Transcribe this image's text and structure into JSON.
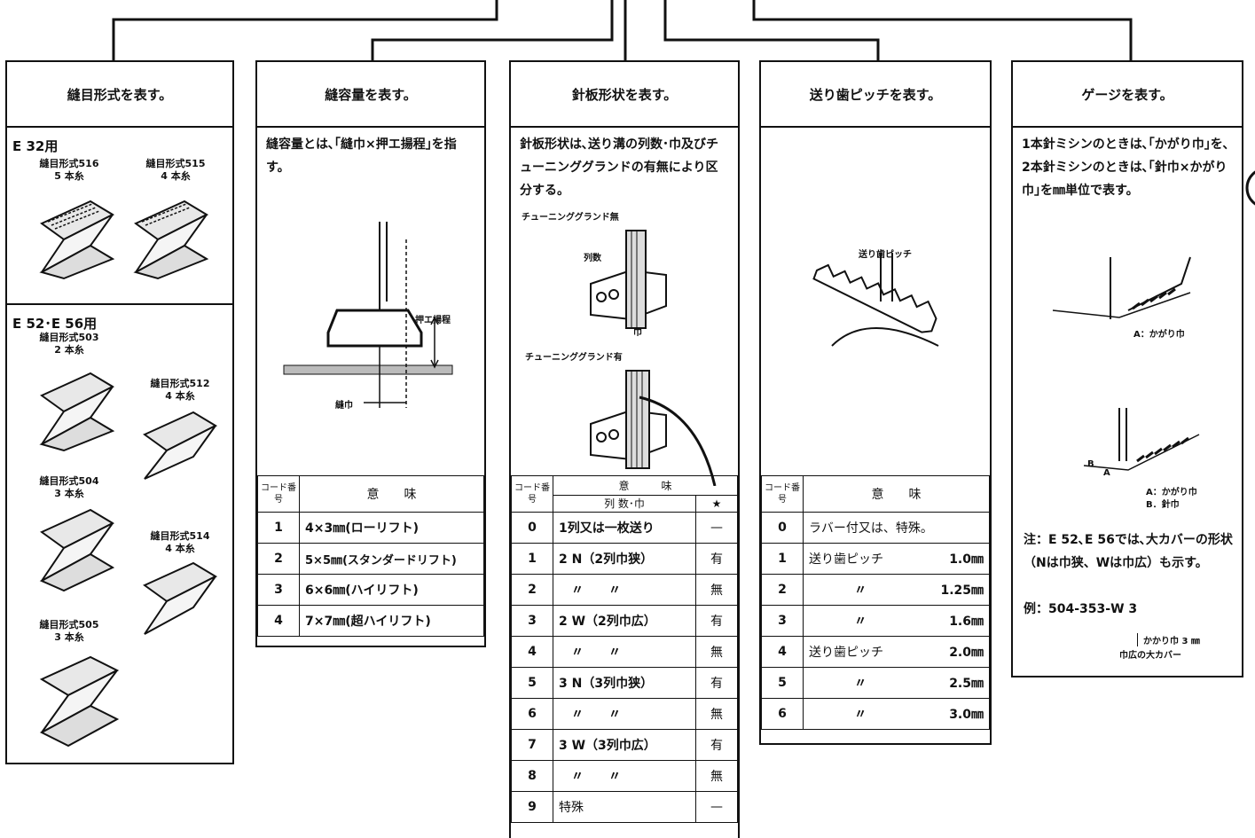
{
  "col1": {
    "title": "縫目形式を表す。",
    "e32_header": "E 32用",
    "s516_name": "縫目形式516",
    "s516_threads": "5 本糸",
    "s515_name": "縫目形式515",
    "s515_threads": "4 本糸",
    "e52_header": "E 52･E 56用",
    "s503_name": "縫目形式503",
    "s503_threads": "2 本糸",
    "s512_name": "縫目形式512",
    "s512_threads": "4 本糸",
    "s504_name": "縫目形式504",
    "s504_threads": "3 本糸",
    "s514_name": "縫目形式514",
    "s514_threads": "4 本糸",
    "s505_name": "縫目形式505",
    "s505_threads": "3 本糸"
  },
  "col2": {
    "title": "縫容量を表す。",
    "desc": "縫容量とは､｢縫巾×押エ揚程｣を指す。",
    "label_lift": "押エ揚程",
    "label_width": "縫巾",
    "code_header": "コード番号",
    "meaning_header": "意　　味",
    "rows": [
      {
        "code": "1",
        "meaning": "4×3㎜(ローリフト)"
      },
      {
        "code": "2",
        "meaning": "5×5㎜(スタンダードリフト)"
      },
      {
        "code": "3",
        "meaning": "6×6㎜(ハイリフト)"
      },
      {
        "code": "4",
        "meaning": "7×7㎜(超ハイリフト)"
      }
    ]
  },
  "col3": {
    "title": "針板形状を表す。",
    "desc": "針板形状は､送り溝の列数･巾及びチューニンググランドの有無により区分する。",
    "label_no_tuning": "チューニンググランド無",
    "label_rows": "列数",
    "label_width": "巾",
    "label_with_tuning": "チューニンググランド有",
    "code_header": "コード番号",
    "meaning_header": "意　　　味",
    "sub_header": "列 数･巾",
    "star": "★",
    "rows": [
      {
        "code": "0",
        "meaning": "1列又は一枚送り",
        "mark": "—"
      },
      {
        "code": "1",
        "meaning": "2 N（2列巾狭）",
        "mark": "有"
      },
      {
        "code": "2",
        "meaning": "〃　　〃",
        "mark": "無"
      },
      {
        "code": "3",
        "meaning": "2 W（2列巾広）",
        "mark": "有"
      },
      {
        "code": "4",
        "meaning": "〃　　〃",
        "mark": "無"
      },
      {
        "code": "5",
        "meaning": "3 N（3列巾狭）",
        "mark": "有"
      },
      {
        "code": "6",
        "meaning": "〃　　〃",
        "mark": "無"
      },
      {
        "code": "7",
        "meaning": "3 W（3列巾広）",
        "mark": "有"
      },
      {
        "code": "8",
        "meaning": "〃　　〃",
        "mark": "無"
      },
      {
        "code": "9",
        "meaning": "特殊",
        "mark": "—"
      }
    ]
  },
  "col4": {
    "title": "送り歯ピッチを表す。",
    "label_pitch": "送り歯ピッチ",
    "code_header": "コード番号",
    "meaning_header": "意　　味",
    "rows": [
      {
        "code": "0",
        "meaning": "ラバー付又は、特殊。",
        "value": ""
      },
      {
        "code": "1",
        "meaning": "送り歯ピッチ",
        "value": "1.0㎜"
      },
      {
        "code": "2",
        "meaning": "〃",
        "value": "1.25㎜"
      },
      {
        "code": "3",
        "meaning": "〃",
        "value": "1.6㎜"
      },
      {
        "code": "4",
        "meaning": "送り歯ピッチ",
        "value": "2.0㎜"
      },
      {
        "code": "5",
        "meaning": "〃",
        "value": "2.5㎜"
      },
      {
        "code": "6",
        "meaning": "〃",
        "value": "3.0㎜"
      }
    ]
  },
  "col5": {
    "title": "ゲージを表す。",
    "desc": "1本針ミシンのときは､｢かがり巾｣を､2本針ミシンのときは､｢針巾×かがり巾｣を㎜単位で表す。",
    "label_a1": "A：かがり巾",
    "label_b": "B",
    "label_a": "A",
    "label_a2": "A：かがり巾",
    "label_b2": "B．針巾",
    "note": "注：E 52､E 56では､大カバーの形状（Nは巾狭、Wは巾広）も示す。",
    "example": "例：504-353-W 3",
    "example_sub1": "かかり巾 3 ㎜",
    "example_sub2": "巾広の大カバー"
  }
}
